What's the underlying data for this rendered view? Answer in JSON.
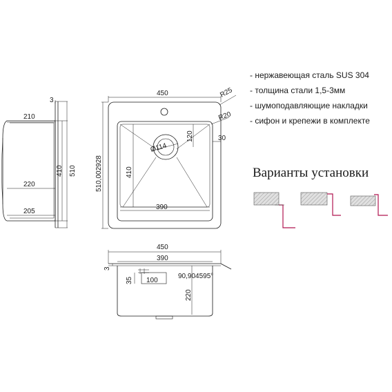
{
  "specs": [
    "- нержавеющая сталь SUS 304",
    "- толщина стали 1,5-3мм",
    "- шумоподавляющие накладки",
    "- сифон и крепежи в комплекте"
  ],
  "variants_title": "Варианты установки",
  "top_view": {
    "width_label": "450",
    "height_label": "510,002928",
    "bowl_height_label": "410",
    "bowl_width_label": "390",
    "drain_label": "Ø114",
    "drain_offset_label": "120",
    "side_label": "30",
    "outer_radius_label": "R25",
    "inner_radius_label": "R20"
  },
  "side_view": {
    "thickness_label": "3",
    "top_label": "210",
    "mid_label": "220",
    "bottom_label": "205",
    "inner_height_label": "410",
    "outer_height_label": "510"
  },
  "front_view": {
    "width_label": "450",
    "bowl_width_label": "390",
    "thickness_label": "3",
    "depth_label": "220",
    "overflow_label": "100",
    "overflow_height_label": "35",
    "angle_label": "90,904595°"
  },
  "colors": {
    "line": "#1a1a1a",
    "accent": "#b0154f",
    "hatch_fill": "#d9d9d9"
  }
}
